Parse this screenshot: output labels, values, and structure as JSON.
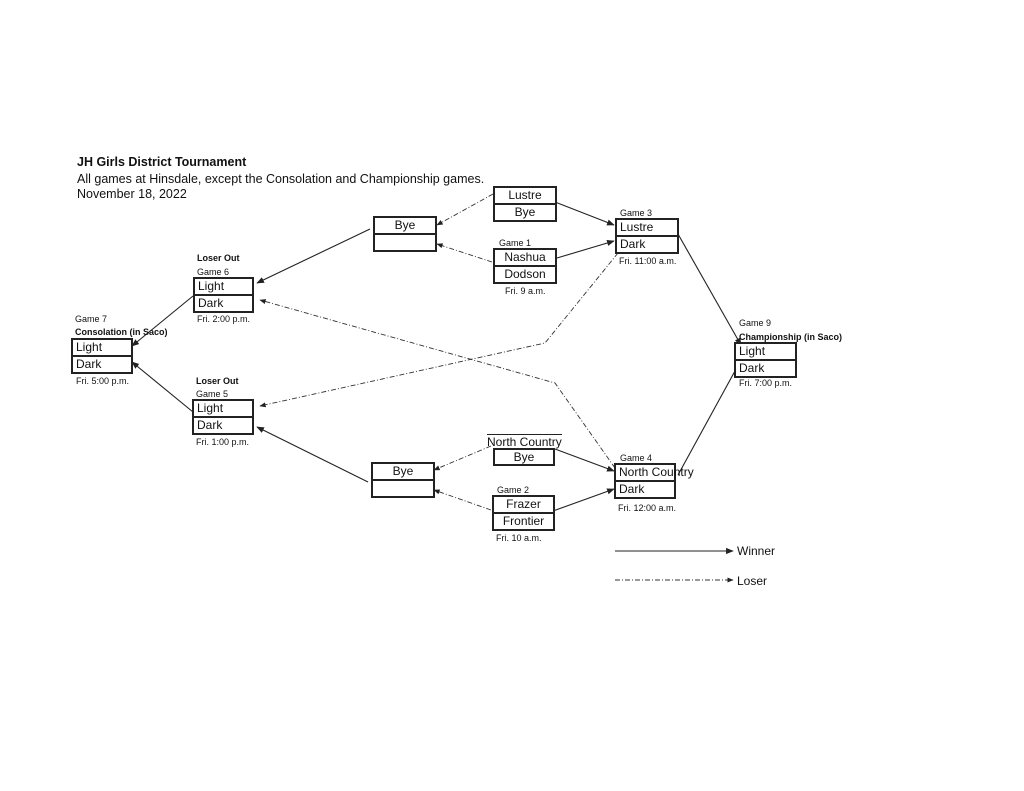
{
  "header": {
    "title": "JH Girls District Tournament",
    "subtitle": "All games at Hinsdale, except the Consolation and Championship games.",
    "date": "November  18, 2022"
  },
  "game1": {
    "label": "Game 1",
    "team1": "Nashua",
    "team2": "Dodson",
    "time": "Fri. 9 a.m."
  },
  "game2": {
    "label": "Game 2",
    "team1": "Frazer",
    "team2": "Frontier",
    "time": "Fri. 10 a.m."
  },
  "top_seed": {
    "team": "Lustre",
    "opponent": "Bye"
  },
  "bottom_seed": {
    "team": "North Country",
    "opponent": "Bye"
  },
  "bye_top": {
    "team1": "Bye",
    "team2": ""
  },
  "bye_bottom": {
    "team1": "Bye",
    "team2": ""
  },
  "game3": {
    "label": "Game 3",
    "team1": "Lustre",
    "team2": "Dark",
    "time": "Fri. 11:00 a.m."
  },
  "game4": {
    "label": "Game 4",
    "team1": "North Country",
    "team2": "Dark",
    "time": "Fri. 12:00 a.m."
  },
  "game5": {
    "note": "Loser Out",
    "label": "Game 5",
    "team1": "Light",
    "team2": "Dark",
    "time": "Fri. 1:00 p.m."
  },
  "game6": {
    "note": "Loser Out",
    "label": "Game 6",
    "team1": "Light",
    "team2": "Dark",
    "time": "Fri. 2:00 p.m."
  },
  "game7": {
    "label": "Game 7",
    "title": "Consolation (in Saco)",
    "team1": "Light",
    "team2": "Dark",
    "time": "Fri. 5:00 p.m."
  },
  "game9": {
    "label": "Game 9",
    "title": "Championship (in Saco)",
    "team1": "Light",
    "team2": "Dark",
    "time": "Fri. 7:00 p.m."
  },
  "legend": {
    "winner": "Winner",
    "loser": "Loser"
  }
}
